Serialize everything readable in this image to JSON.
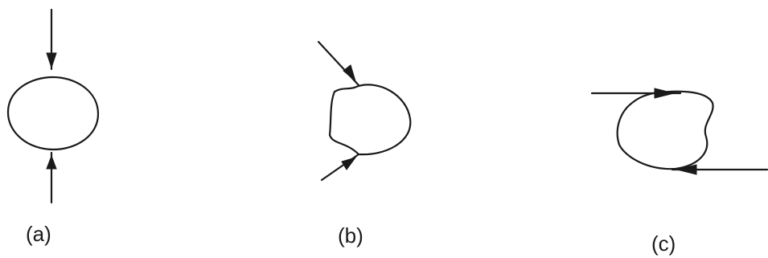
{
  "panels": [
    {
      "id": "a",
      "label": "(a)"
    },
    {
      "id": "b",
      "label": "(b)"
    },
    {
      "id": "c",
      "label": "(c)"
    }
  ],
  "colors": {
    "ink": "#1a1a1a",
    "background": "#ffffff"
  }
}
